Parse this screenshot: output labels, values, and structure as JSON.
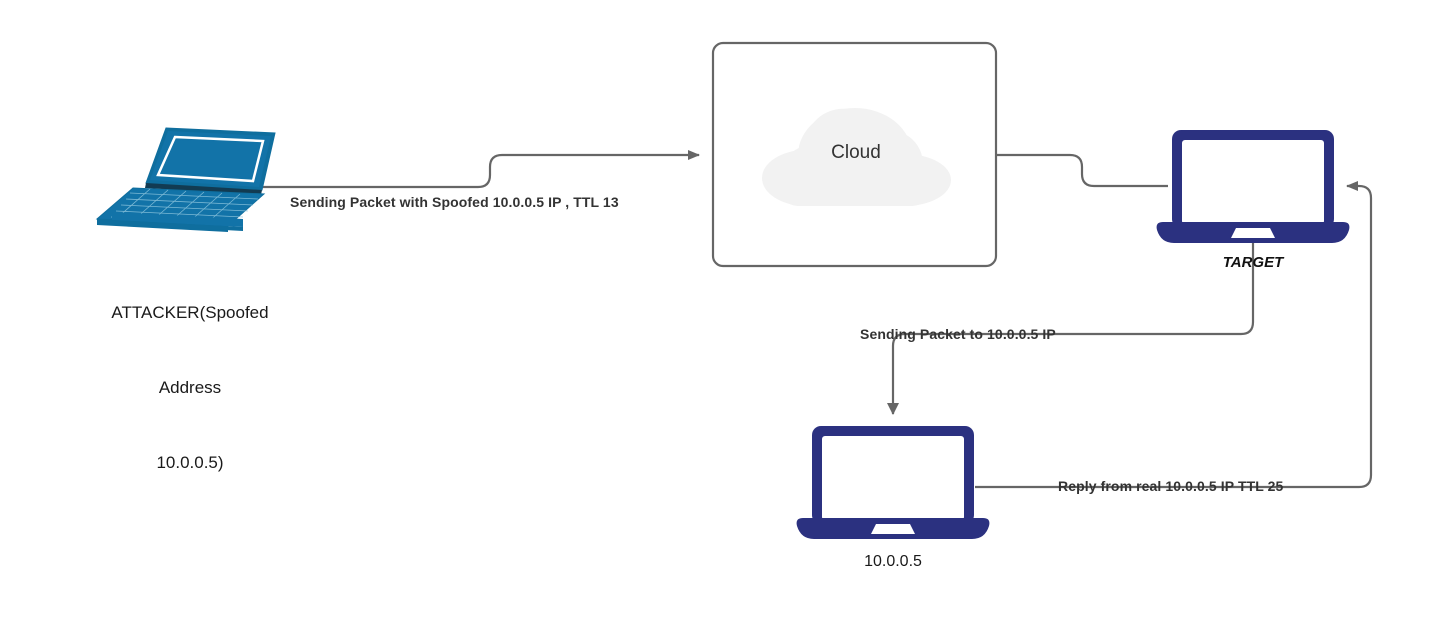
{
  "diagram": {
    "title": "IP Spoofing Attack Flow",
    "background_color": "#ffffff",
    "line_color": "#666666",
    "label_color": "#333333"
  },
  "nodes": {
    "attacker": {
      "name": "attacker-laptop",
      "icon": "laptop-isometric-icon",
      "color": "#1273a8",
      "label_line1": "ATTACKER(Spoofed",
      "label_line2": "Address",
      "label_line3": "10.0.0.5)",
      "label_full": "ATTACKER(Spoofed Address 10.0.0.5)"
    },
    "cloud": {
      "name": "cloud-box",
      "icon": "cloud-icon",
      "text": "Cloud",
      "box_border_color": "#666666",
      "cloud_fill": "#f2f2f2"
    },
    "target": {
      "name": "target-laptop",
      "icon": "laptop-front-icon",
      "color": "#2b3180",
      "label": "TARGET"
    },
    "victim": {
      "name": "victim-laptop",
      "icon": "laptop-front-icon",
      "color": "#2b3180",
      "label": "10.0.0.5"
    }
  },
  "edges": {
    "attack_packet": {
      "name": "edge-attacker-to-cloud",
      "label": "Sending Packet with Spoofed 10.0.0.5 IP , TTL 13",
      "from": "attacker",
      "to": "cloud",
      "arrow": "end"
    },
    "cloud_to_target": {
      "name": "edge-cloud-to-target",
      "label": "",
      "from": "cloud",
      "to": "target",
      "arrow": "none"
    },
    "target_to_victim": {
      "name": "edge-target-to-victim",
      "label": "Sending Packet to 10.0.0.5 IP",
      "from": "target",
      "to": "victim",
      "arrow": "end"
    },
    "victim_reply": {
      "name": "edge-victim-to-target",
      "label": "Reply from real 10.0.0.5 IP TTL 25",
      "from": "victim",
      "to": "target",
      "arrow": "end"
    }
  }
}
